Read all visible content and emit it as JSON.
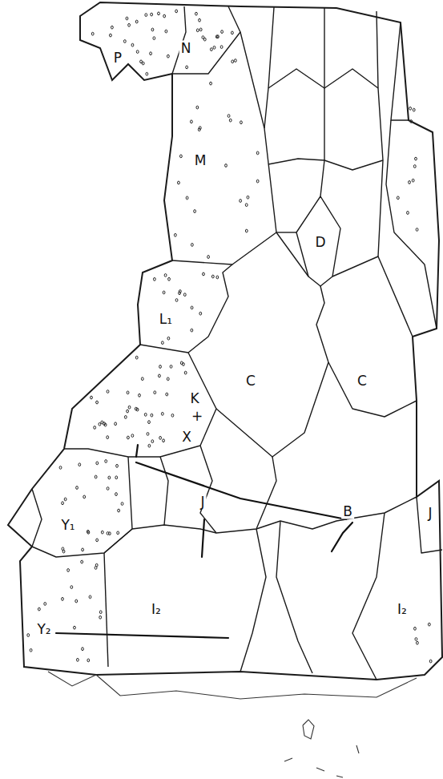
{
  "diagram": {
    "labels": [
      "P",
      "N",
      "M",
      "D",
      "L₁",
      "C",
      "C",
      "K",
      "+",
      "X",
      "J",
      "B",
      "J",
      "Y₁",
      "I₂",
      "Y₂",
      "I₂"
    ]
  }
}
